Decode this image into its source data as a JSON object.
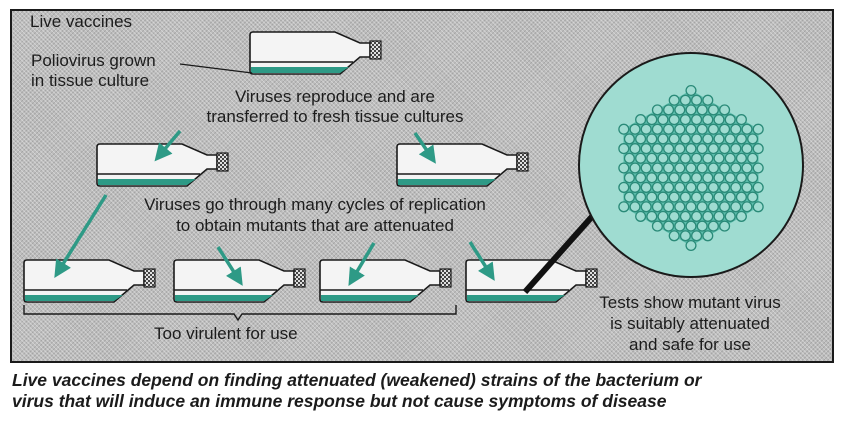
{
  "diagram": {
    "title": "Live vaccines",
    "labels": {
      "start_line1": "Poliovirus grown",
      "start_line2": "in tissue culture",
      "step1_line1": "Viruses reproduce and are",
      "step1_line2": "transferred to fresh tissue cultures",
      "step2_line1": "Viruses go through many cycles of replication",
      "step2_line2": "to obtain mutants that are attenuated",
      "too_virulent": "Too virulent for use",
      "result_line1": "Tests show mutant virus",
      "result_line2": "is suitably attenuated",
      "result_line3": "and safe for use"
    },
    "flasks": [
      {
        "id": "initial-culture",
        "row": 1
      },
      {
        "id": "transfer-left",
        "row": 2
      },
      {
        "id": "transfer-right",
        "row": 2
      },
      {
        "id": "cycle-1",
        "row": 3,
        "status": "too virulent"
      },
      {
        "id": "cycle-2",
        "row": 3,
        "status": "too virulent"
      },
      {
        "id": "cycle-3",
        "row": 3,
        "status": "too virulent"
      },
      {
        "id": "attenuated",
        "row": 3,
        "status": "attenuated"
      }
    ],
    "magnified_view": "icosahedral virus particle",
    "colors": {
      "teal": "#2e9a86",
      "teal_light": "#9fdcd1",
      "background_gray": "#bdbdbd",
      "outline": "#1a1a1a"
    }
  },
  "caption": {
    "line1": "Live vaccines depend on finding attenuated (weakened) strains of the bacterium or",
    "line2": "virus that will induce an immune response but not cause symptoms of disease"
  }
}
